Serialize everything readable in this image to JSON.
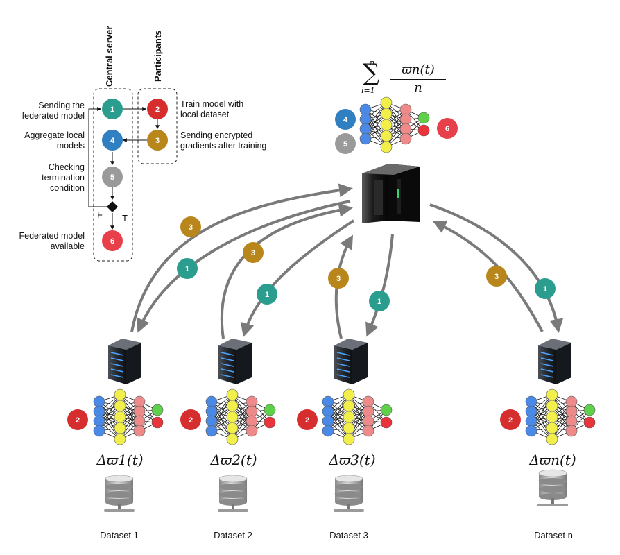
{
  "headers": {
    "server": "Central server",
    "participants": "Participants"
  },
  "left_labels": {
    "send_model": [
      "Sending the",
      "federated model"
    ],
    "aggregate": [
      "Aggregate local",
      "models"
    ],
    "checking": [
      "Checking",
      "termination",
      "condition"
    ],
    "available": [
      "Federated model",
      "available"
    ]
  },
  "right_labels": {
    "train": [
      "Train model with",
      "local dataset"
    ],
    "send_grad": [
      "Sending encrypted",
      "gradients after training"
    ]
  },
  "decision": {
    "false_label": "F",
    "true_label": "T"
  },
  "steps": {
    "s1": {
      "label": "1",
      "color": "#2a9d8f"
    },
    "s2": {
      "label": "2",
      "color": "#d62e2e"
    },
    "s3": {
      "label": "3",
      "color": "#b8861b"
    },
    "s4": {
      "label": "4",
      "color": "#2f7fc1"
    },
    "s5": {
      "label": "5",
      "color": "#9a9a9a"
    },
    "s6": {
      "label": "6",
      "color": "#e8404a"
    }
  },
  "formula": {
    "sum_top": "n",
    "sum_bottom": "i=1",
    "numerator": "ϖn(t)",
    "denominator": "n"
  },
  "clients": [
    {
      "delta": "Δϖ1(t)",
      "sub": "1",
      "dataset": "Dataset 1"
    },
    {
      "delta": "Δϖ2(t)",
      "sub": "2",
      "dataset": "Dataset 2"
    },
    {
      "delta": "Δϖ3(t)",
      "sub": "3",
      "dataset": "Dataset 3"
    },
    {
      "delta": "Δϖn(t)",
      "sub": "n",
      "dataset": "Dataset n"
    }
  ],
  "colors": {
    "arrow": "#7a7a7a",
    "nn_blue": "#4a8ae6",
    "nn_yellow": "#f2ef4a",
    "nn_pink": "#ef8a8a",
    "nn_green": "#5ed04a",
    "nn_red": "#e8343a"
  }
}
